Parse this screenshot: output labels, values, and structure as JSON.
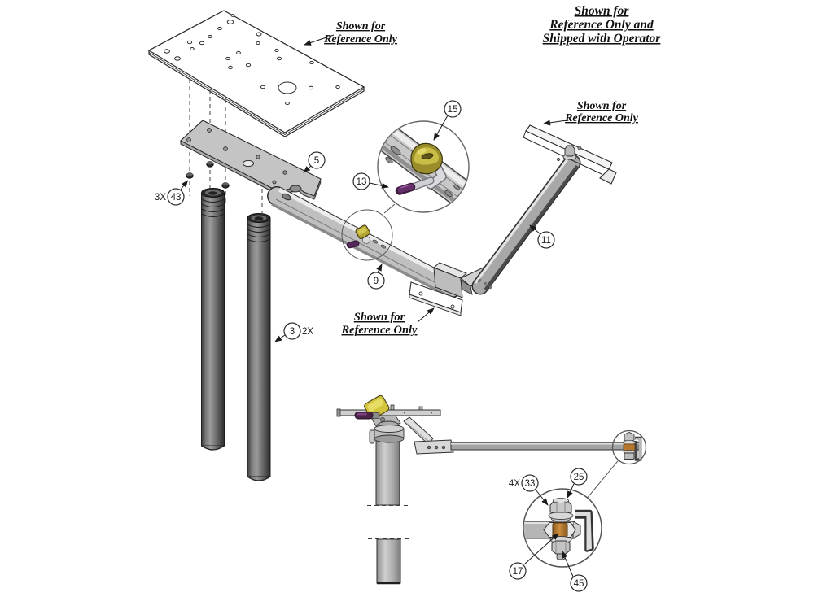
{
  "labels": {
    "top_plate_note": {
      "line1": "Shown for",
      "line2": "Reference Only"
    },
    "operator_note": {
      "line1": "Shown for",
      "line2": "Reference Only and",
      "line3": "Shipped with Operator"
    },
    "right_bracket_note": {
      "line1": "Shown for",
      "line2": "Reference Only"
    },
    "bottom_bracket_note": {
      "line1": "Shown for",
      "line2": "Reference Only"
    }
  },
  "callouts": {
    "mounting_plate": {
      "number": "5"
    },
    "front_arm": {
      "number": "9"
    },
    "rear_arm": {
      "number": "11"
    },
    "handle": {
      "number": "13"
    },
    "clamp_knob": {
      "number": "15"
    },
    "leg_tube": {
      "number": "3",
      "qty": "2X"
    },
    "lock_nut": {
      "number": "43",
      "qty": "3X"
    },
    "pivot_bolt": {
      "number": "25"
    },
    "pivot_washer": {
      "number": "33",
      "qty": "4X"
    },
    "pivot_bushing": {
      "number": "17"
    },
    "pivot_nut": {
      "number": "45"
    }
  },
  "colors": {
    "knob_yellow": "#c9bc47",
    "handle_purple": "#5c2a5e",
    "bushing_brass": "#b5772e",
    "part_gray": "#c4c4c4"
  }
}
